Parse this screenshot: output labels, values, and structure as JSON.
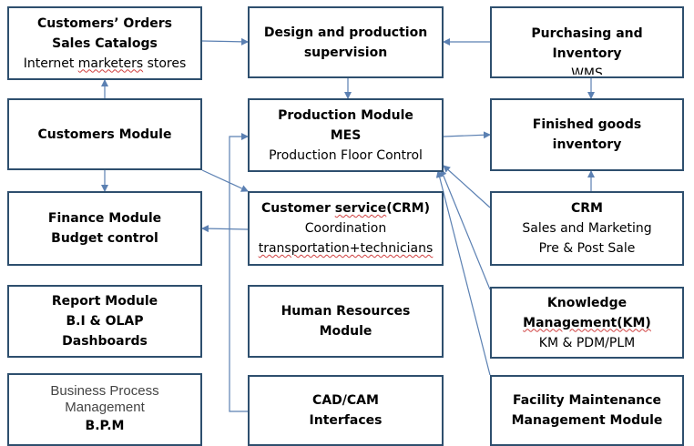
{
  "boxes": {
    "customers_orders": {
      "l1": "Customers’ Orders",
      "l2": "Sales Catalogs",
      "l3a": "Internet ",
      "l3b": "marketers",
      "l3c": " stores"
    },
    "design": {
      "l1": "Design and production",
      "l2": "supervision"
    },
    "purchasing": {
      "l1": "Purchasing and",
      "l2": "Inventory",
      "l3": "WMS"
    },
    "customers_module": {
      "l1": "Customers Module"
    },
    "production": {
      "l1": "Production Module",
      "l2": "MES",
      "l3": "Production Floor Control"
    },
    "finished_goods": {
      "l1": "Finished goods",
      "l2": "inventory"
    },
    "finance": {
      "l1": "Finance Module",
      "l2": "Budget control"
    },
    "customer_service": {
      "l1a": "Customer ",
      "l1b": "service",
      "l1c": "(CRM)",
      "l2": "Coordination",
      "l3": "transportation+technicians"
    },
    "crm": {
      "l1": "CRM",
      "l2": "Sales and Marketing",
      "l3": "Pre & Post Sale"
    },
    "report": {
      "l1": "Report Module",
      "l2": "B.I & OLAP",
      "l3": "Dashboards"
    },
    "hr": {
      "l1": "Human Resources",
      "l2": "Module"
    },
    "km": {
      "l1": "Knowledge",
      "l2": "Management(KM)",
      "l3": "KM & PDM/PLM"
    },
    "bpm": {
      "l1": "Business Process",
      "l2": "Management",
      "l3": "B.P.M"
    },
    "cad": {
      "l1": "CAD/CAM",
      "l2": "Interfaces"
    },
    "facility": {
      "l1": "Facility Maintenance",
      "l2": "Management Module"
    }
  },
  "colors": {
    "box_border": "#2e4f6e",
    "arrow": "#5b80b2",
    "spellcheck": "#d04040"
  }
}
